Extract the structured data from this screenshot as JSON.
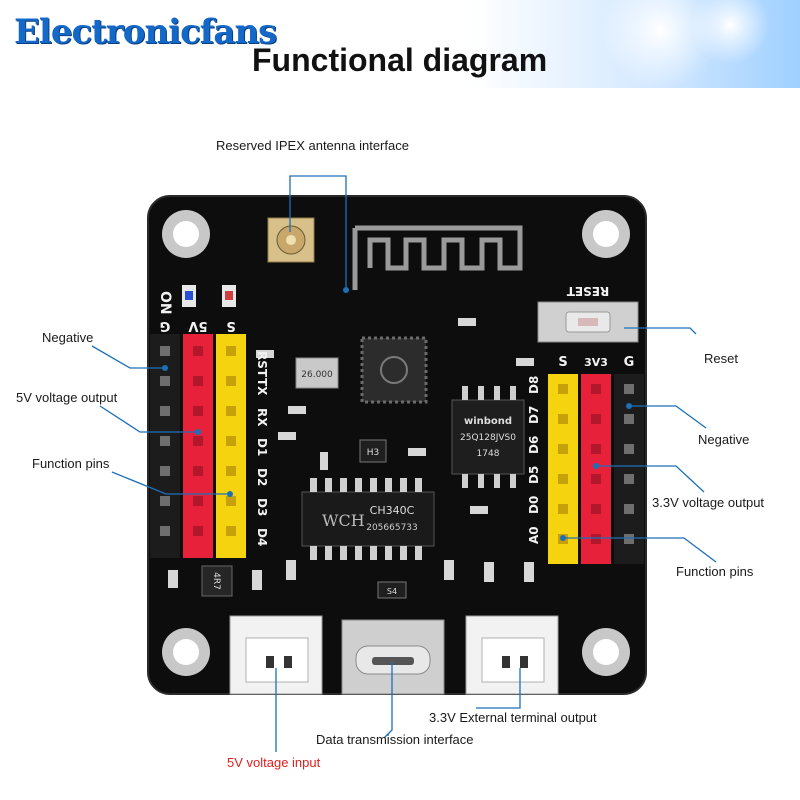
{
  "header": {
    "brand": "Electronicfans",
    "title": "Functional diagram"
  },
  "callouts": {
    "antenna": "Reserved IPEX antenna interface",
    "negative_left": "Negative",
    "v5_output": "5V voltage output",
    "function_pins_left": "Function pins",
    "reset": "Reset",
    "negative_right": "Negative",
    "v33_output": "3.3V voltage output",
    "function_pins_right": "Function pins",
    "ext_terminal": "3.3V External terminal output",
    "data_interface": "Data transmission interface",
    "v5_input": "5V voltage input"
  },
  "board": {
    "left_header": [
      "G",
      "5V",
      "S"
    ],
    "left_pins": [
      "RST",
      "TX",
      "RX",
      "D1",
      "D2",
      "D3",
      "D4"
    ],
    "right_header": [
      "S",
      "3V3",
      "G"
    ],
    "right_pins": [
      "D8",
      "D7",
      "D6",
      "D5",
      "D0",
      "A0"
    ],
    "reset_label": "RESET",
    "on_label": "ON",
    "usb_chip": "CH340C",
    "usb_chip_code": "205665733",
    "flash_brand": "winbond",
    "flash_code": "25Q128JVS0",
    "flash_date": "1748",
    "crystal": "26.000",
    "inductor": "4R7",
    "h3": "H3",
    "s4": "S4",
    "wch": "WCH"
  },
  "colors": {
    "pcb": "#0d0d0d",
    "pin_red": "#e8213b",
    "pin_yellow": "#f5d40f",
    "pin_black": "#1c1c1c",
    "accent_blue": "#1468c8",
    "callout_line": "#1d6fb8",
    "warning_red": "#e0201e"
  }
}
